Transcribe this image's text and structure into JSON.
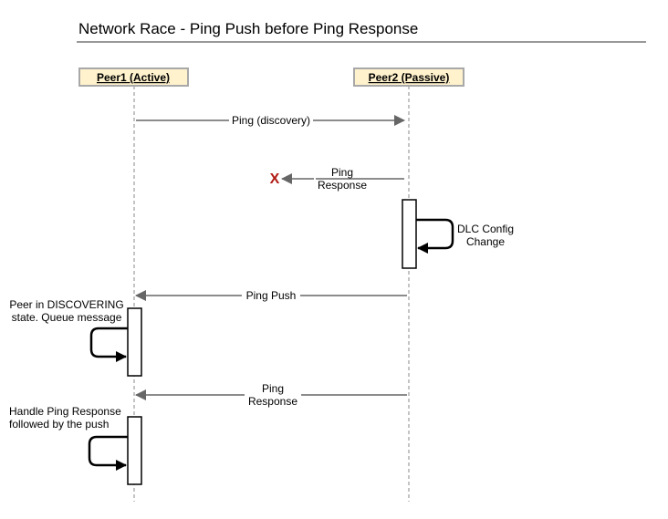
{
  "title": "Network Race - Ping Push before Ping Response",
  "colors": {
    "peer_fill": "#fff2cc",
    "peer_stroke": "#a8a8a8",
    "arrow": "#666666",
    "lifeline": "#888888",
    "drop_marker": "#b01c14"
  },
  "participants": {
    "peer1": "Peer1 (Active)",
    "peer2": "Peer2 (Passive)"
  },
  "messages": {
    "ping_discovery": "Ping (discovery)",
    "ping_response_lost_1": "Ping",
    "ping_response_lost_2": "Response",
    "ping_push": "Ping Push",
    "ping_response_1": "Ping",
    "ping_response_2": "Response"
  },
  "drop_marker": "X",
  "notes": {
    "dlc_1": "DLC Config",
    "dlc_2": "Change",
    "discovering_1": "Peer in DISCOVERING",
    "discovering_2": "state. Queue message",
    "handle_1": "Handle Ping Response",
    "handle_2": "followed by the push"
  }
}
